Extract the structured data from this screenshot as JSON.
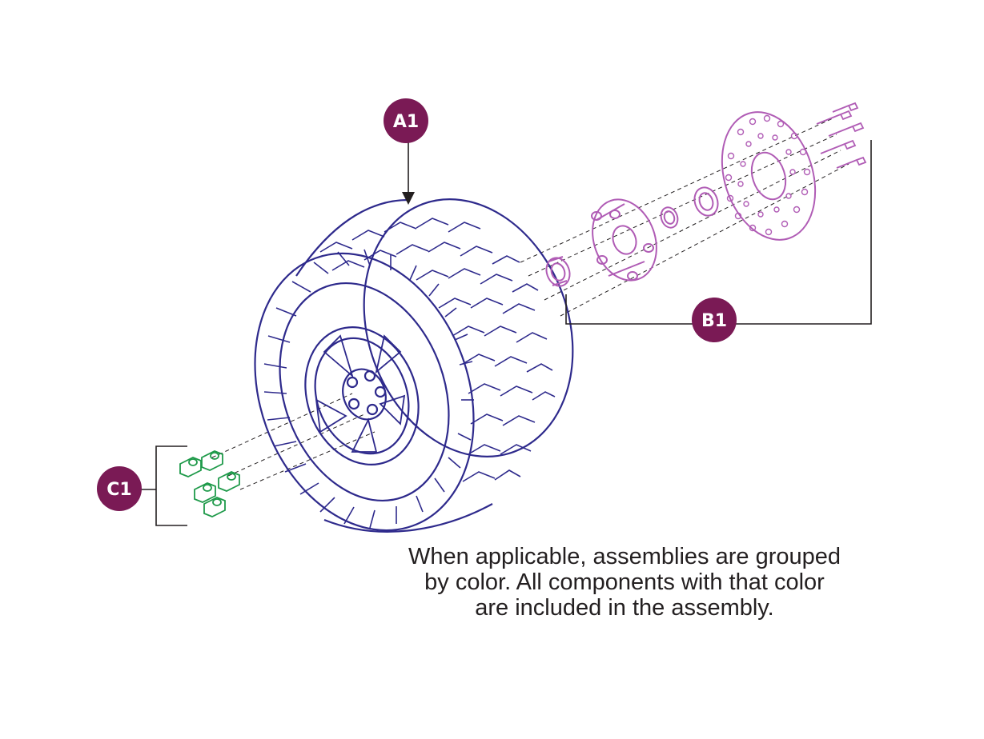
{
  "colors": {
    "callout": "#7a1a55",
    "wheel": "#2e2a8c",
    "hub": "#b05cb5",
    "nuts": "#1f9a4a",
    "leader": "#231f20",
    "text": "#231f20"
  },
  "callouts": {
    "a1": "A1",
    "b1": "B1",
    "c1": "C1"
  },
  "note": {
    "line1": "When applicable, assemblies are grouped",
    "line2": "by color. All components with that color",
    "line3": "are included in the assembly."
  }
}
